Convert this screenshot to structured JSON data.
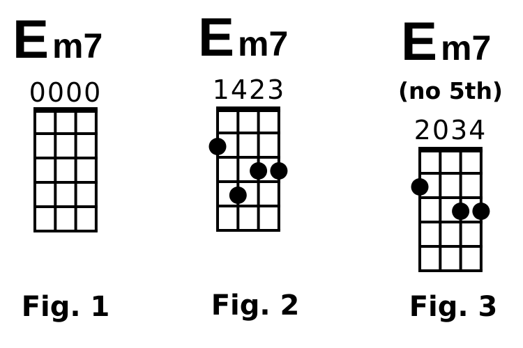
{
  "chords": [
    {
      "root": "E",
      "quality": "m7",
      "subtitle": null,
      "fingering": "0000",
      "caption": "Fig. 1",
      "dots": []
    },
    {
      "root": "E",
      "quality": "m7",
      "subtitle": null,
      "fingering": "1423",
      "caption": "Fig. 2",
      "dots": [
        {
          "string": 1,
          "fret": 2
        },
        {
          "string": 2,
          "fret": 4
        },
        {
          "string": 3,
          "fret": 3
        },
        {
          "string": 4,
          "fret": 3
        }
      ]
    },
    {
      "root": "E",
      "quality": "m7",
      "subtitle": "(no 5th)",
      "fingering": "2034",
      "caption": "Fig. 3",
      "dots": [
        {
          "string": 1,
          "fret": 2
        },
        {
          "string": 3,
          "fret": 3
        },
        {
          "string": 4,
          "fret": 3
        }
      ]
    }
  ],
  "frets_shown": 5,
  "strings": 4
}
